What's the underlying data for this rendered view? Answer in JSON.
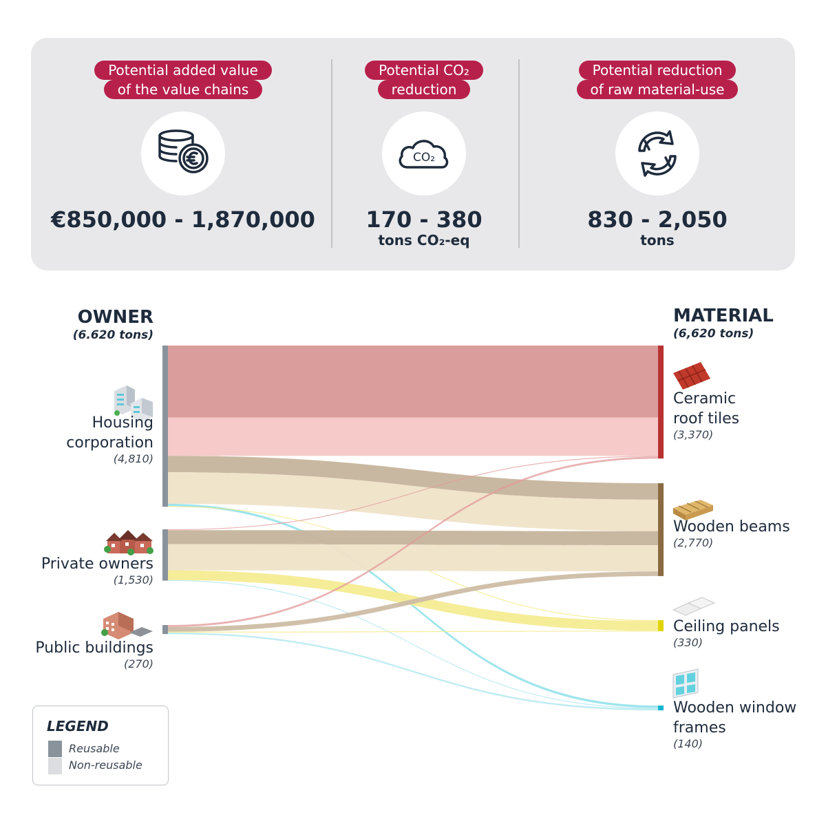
{
  "kpis": [
    {
      "label_line1": "Potential added value",
      "label_line2": "of the value chains",
      "icon": "coins-euro-icon",
      "value": "€850,000 - 1,870,000",
      "unit": ""
    },
    {
      "label_line1": "Potential CO₂",
      "label_line2": "reduction",
      "icon": "co2-cloud-icon",
      "value": "170 - 380",
      "unit": "tons CO₂-eq"
    },
    {
      "label_line1": "Potential reduction",
      "label_line2": "of raw material-use",
      "icon": "recycle-arrows-icon",
      "value": "830 - 2,050",
      "unit": "tons"
    }
  ],
  "co2_icon_text": "CO₂",
  "owner": {
    "title": "OWNER",
    "total": "(6.620 tons)",
    "nodes": [
      {
        "name_line1": "Housing",
        "name_line2": "corporation",
        "value_text": "(4,810)",
        "icon": "apartment-buildings-icon"
      },
      {
        "name_line1": "Private owners",
        "name_line2": "",
        "value_text": "(1,530)",
        "icon": "row-houses-icon"
      },
      {
        "name_line1": "Public buildings",
        "name_line2": "",
        "value_text": "(270)",
        "icon": "public-building-icon"
      }
    ]
  },
  "material": {
    "title": "MATERIAL",
    "total": "(6,620 tons)",
    "nodes": [
      {
        "name_line1": "Ceramic",
        "name_line2": "roof tiles",
        "value_text": "(3,370)",
        "icon": "roof-tiles-icon",
        "color": "#b83232"
      },
      {
        "name_line1": "Wooden beams",
        "name_line2": "",
        "value_text": "(2,770)",
        "icon": "wooden-beams-icon",
        "color": "#8a6a40"
      },
      {
        "name_line1": "Ceiling panels",
        "name_line2": "",
        "value_text": "(330)",
        "icon": "ceiling-panels-icon",
        "color": "#e0d400"
      },
      {
        "name_line1": "Wooden window",
        "name_line2": "frames",
        "value_text": "(140)",
        "icon": "window-frame-icon",
        "color": "#14b5d0"
      }
    ]
  },
  "legend": {
    "title": "LEGEND",
    "items": [
      {
        "label": "Reusable",
        "color": "#8a939c"
      },
      {
        "label": "Non-reusable",
        "color": "#dcdde0"
      }
    ]
  },
  "chart_data": {
    "type": "sankey",
    "sources": [
      "Housing corporation",
      "Private owners",
      "Public buildings"
    ],
    "source_values": [
      4810,
      1530,
      270
    ],
    "targets": [
      "Ceramic roof tiles",
      "Wooden beams",
      "Ceiling panels",
      "Wooden window frames"
    ],
    "target_values": [
      3370,
      2770,
      330,
      140
    ],
    "flows": [
      {
        "source": 0,
        "target": 0,
        "type": "reusable",
        "value": 2150,
        "color": "#d99797"
      },
      {
        "source": 0,
        "target": 0,
        "type": "non-reusable",
        "value": 1140,
        "color": "#f7c7c7"
      },
      {
        "source": 0,
        "target": 1,
        "type": "reusable",
        "value": 490,
        "color": "#c6b49c"
      },
      {
        "source": 0,
        "target": 1,
        "type": "non-reusable",
        "value": 940,
        "color": "#efe3c8"
      },
      {
        "source": 0,
        "target": 3,
        "type": "reusable",
        "value": 70,
        "color": "#7fdce6"
      },
      {
        "source": 0,
        "target": 2,
        "type": "non-reusable",
        "value": 20,
        "color": "#f3e87a"
      },
      {
        "source": 1,
        "target": 0,
        "type": "reusable",
        "value": 20,
        "color": "#e19a9a"
      },
      {
        "source": 1,
        "target": 1,
        "type": "reusable",
        "value": 420,
        "color": "#c6b49c"
      },
      {
        "source": 1,
        "target": 1,
        "type": "non-reusable",
        "value": 780,
        "color": "#efe3c8"
      },
      {
        "source": 1,
        "target": 2,
        "type": "non-reusable",
        "value": 290,
        "color": "#f4ec92"
      },
      {
        "source": 1,
        "target": 3,
        "type": "reusable",
        "value": 20,
        "color": "#a9e6ee"
      },
      {
        "source": 2,
        "target": 0,
        "type": "reusable",
        "value": 60,
        "color": "#e19a9a"
      },
      {
        "source": 2,
        "target": 1,
        "type": "reusable",
        "value": 140,
        "color": "#cdbda5"
      },
      {
        "source": 2,
        "target": 2,
        "type": "non-reusable",
        "value": 20,
        "color": "#f3e87a"
      },
      {
        "source": 2,
        "target": 3,
        "type": "reusable",
        "value": 50,
        "color": "#a9e6ee"
      }
    ]
  }
}
